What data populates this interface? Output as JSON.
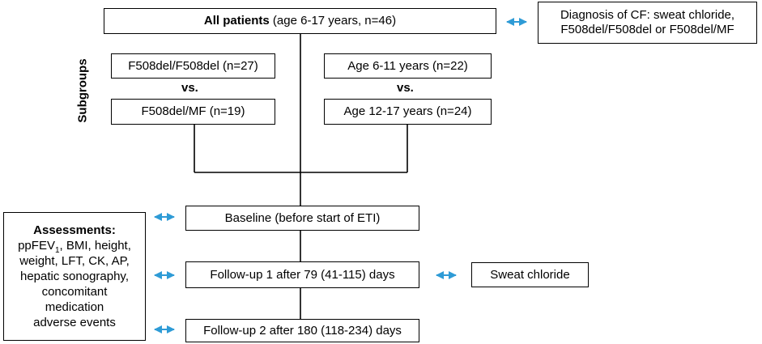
{
  "all_patients": {
    "bold": "All patients",
    "rest": " (age 6-17 years, n=46)"
  },
  "diagnosis": {
    "line1": "Diagnosis of CF: sweat chloride,",
    "line2": "F508del/F508del or F508del/MF"
  },
  "subgroups_label": "Subgroups",
  "group_a1": "F508del/F508del (n=27)",
  "group_a2": "F508del/MF  (n=19)",
  "group_b1": "Age 6-11 years (n=22)",
  "group_b2": "Age 12-17 years (n=24)",
  "vs_label": "vs.",
  "baseline": "Baseline (before start of ETI)",
  "follow_up_1": "Follow-up 1 after 79 (41-115) days",
  "follow_up_2": "Follow-up 2 after 180 (118-234) days",
  "sweat_chloride": "Sweat chloride",
  "assessments": {
    "title": "Assessments:",
    "line1_pre": "ppFEV",
    "line1_sub": "1",
    "line1_post": ", BMI, height,",
    "line2": "weight, LFT, CK, AP,",
    "line3": "hepatic sonography,",
    "line4": "concomitant",
    "line5": "medication",
    "line6": "adverse events"
  },
  "colors": {
    "arrow": "#2e9bd6",
    "line": "#000000"
  }
}
